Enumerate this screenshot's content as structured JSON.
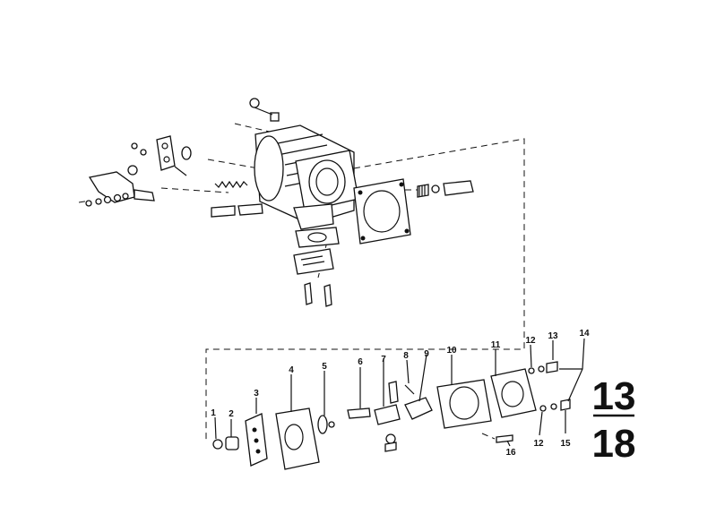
{
  "callouts": [
    {
      "id": "1",
      "label": "1"
    },
    {
      "id": "2",
      "label": "2"
    },
    {
      "id": "3",
      "label": "3"
    },
    {
      "id": "4",
      "label": "4"
    },
    {
      "id": "5",
      "label": "5"
    },
    {
      "id": "6",
      "label": "6"
    },
    {
      "id": "7",
      "label": "7"
    },
    {
      "id": "8",
      "label": "8"
    },
    {
      "id": "9",
      "label": "9"
    },
    {
      "id": "10",
      "label": "10"
    },
    {
      "id": "11",
      "label": "11"
    },
    {
      "id": "12a",
      "label": "12"
    },
    {
      "id": "13",
      "label": "13"
    },
    {
      "id": "14",
      "label": "14"
    },
    {
      "id": "12b",
      "label": "12"
    },
    {
      "id": "15",
      "label": "15"
    },
    {
      "id": "16",
      "label": "16"
    }
  ],
  "group": {
    "main": "13",
    "sub": "18"
  },
  "colors": {
    "ink": "#111111",
    "paper": "#ffffff"
  }
}
